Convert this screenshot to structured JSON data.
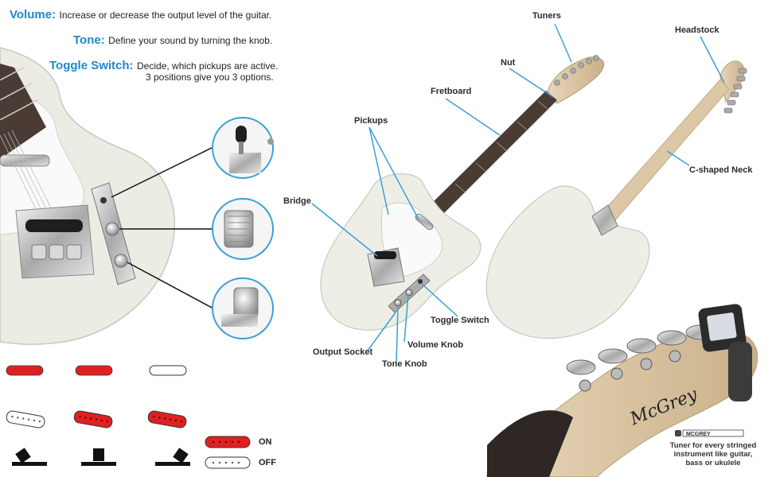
{
  "controls": {
    "volume": {
      "title": "Volume:",
      "text": "Increase or decrease the output level of the guitar."
    },
    "tone": {
      "title": "Tone:",
      "text": "Define your sound by turning the knob."
    },
    "toggle": {
      "title": "Toggle Switch:",
      "text_line1": "Decide, which pickups are active.",
      "text_line2": "3 positions give you 3 options."
    }
  },
  "labels": {
    "tuners": "Tuners",
    "nut": "Nut",
    "fretboard": "Fretboard",
    "pickups": "Pickups",
    "bridge": "Bridge",
    "headstock": "Headstock",
    "c_neck": "C-shaped Neck",
    "toggle_switch": "Toggle Switch",
    "volume_knob": "Volume Knob",
    "output_socket": "Output Socket",
    "tone_knob": "Tone Knob"
  },
  "legend": {
    "on": "ON",
    "off": "OFF"
  },
  "brand": {
    "logo": "MCGREY",
    "headstock_script": "McGrey"
  },
  "tuner_caption": [
    "Tuner for every stringed",
    "instrument like guitar,",
    "bass or ukulele"
  ],
  "colors": {
    "accent": "#1e88c8",
    "pickup_on": "#e02020",
    "body": "#eeeee6",
    "fretboard": "#4a3b34",
    "neck": "#d9c5a6"
  }
}
